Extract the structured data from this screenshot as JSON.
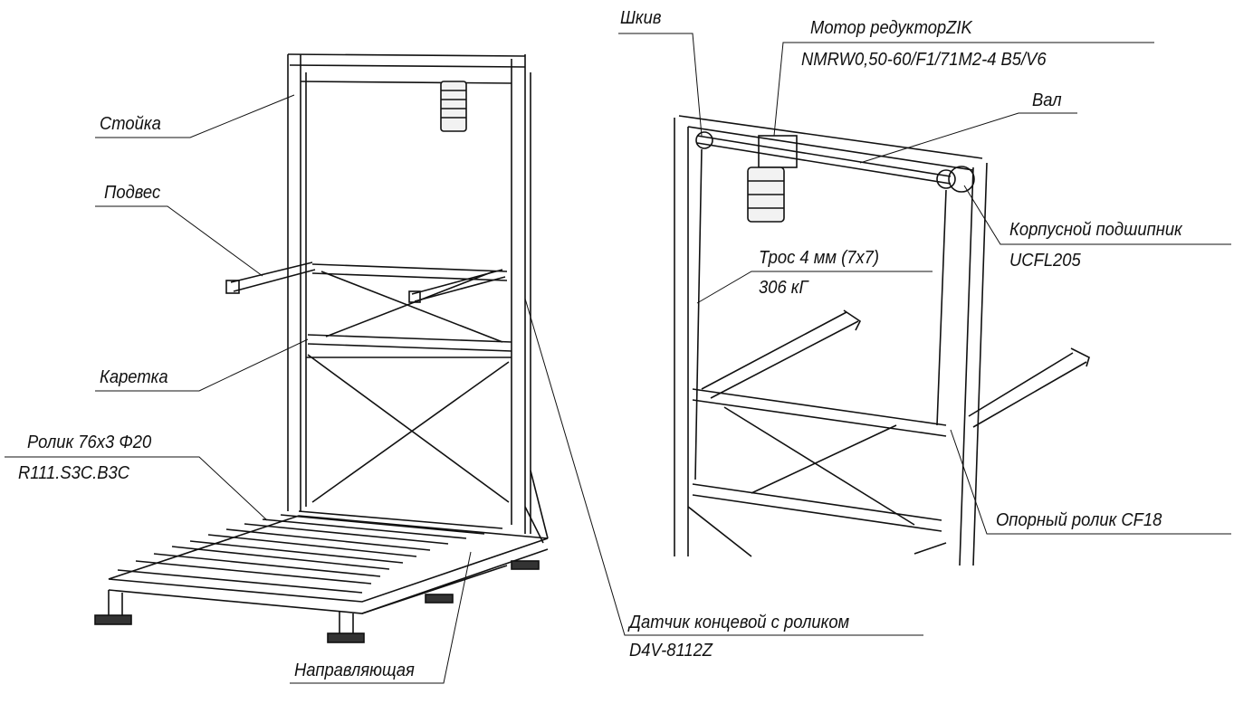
{
  "labels": {
    "stoyka": "Стойка",
    "podves": "Подвес",
    "karetka": "Каретка",
    "rolik": "Ролик 76х3 Φ20",
    "rolik_code": "R111.S3C.B3C",
    "napravlyayushchaya": "Направляющая",
    "datchik": "Датчик концевой с роликом",
    "datchik_code": "D4V-8112Z",
    "shkiv": "Шкив",
    "motor": "Мотор редукторZIK",
    "motor_code": "NMRW0,50-60/F1/71M2-4 B5/V6",
    "val": "Вал",
    "podshipnik": "Корпусной подшипник",
    "podshipnik_code": "UCFL205",
    "tros": "Трос 4 мм (7х7)",
    "tros_load": "306 кГ",
    "opora": "Опорный ролик CF18"
  }
}
